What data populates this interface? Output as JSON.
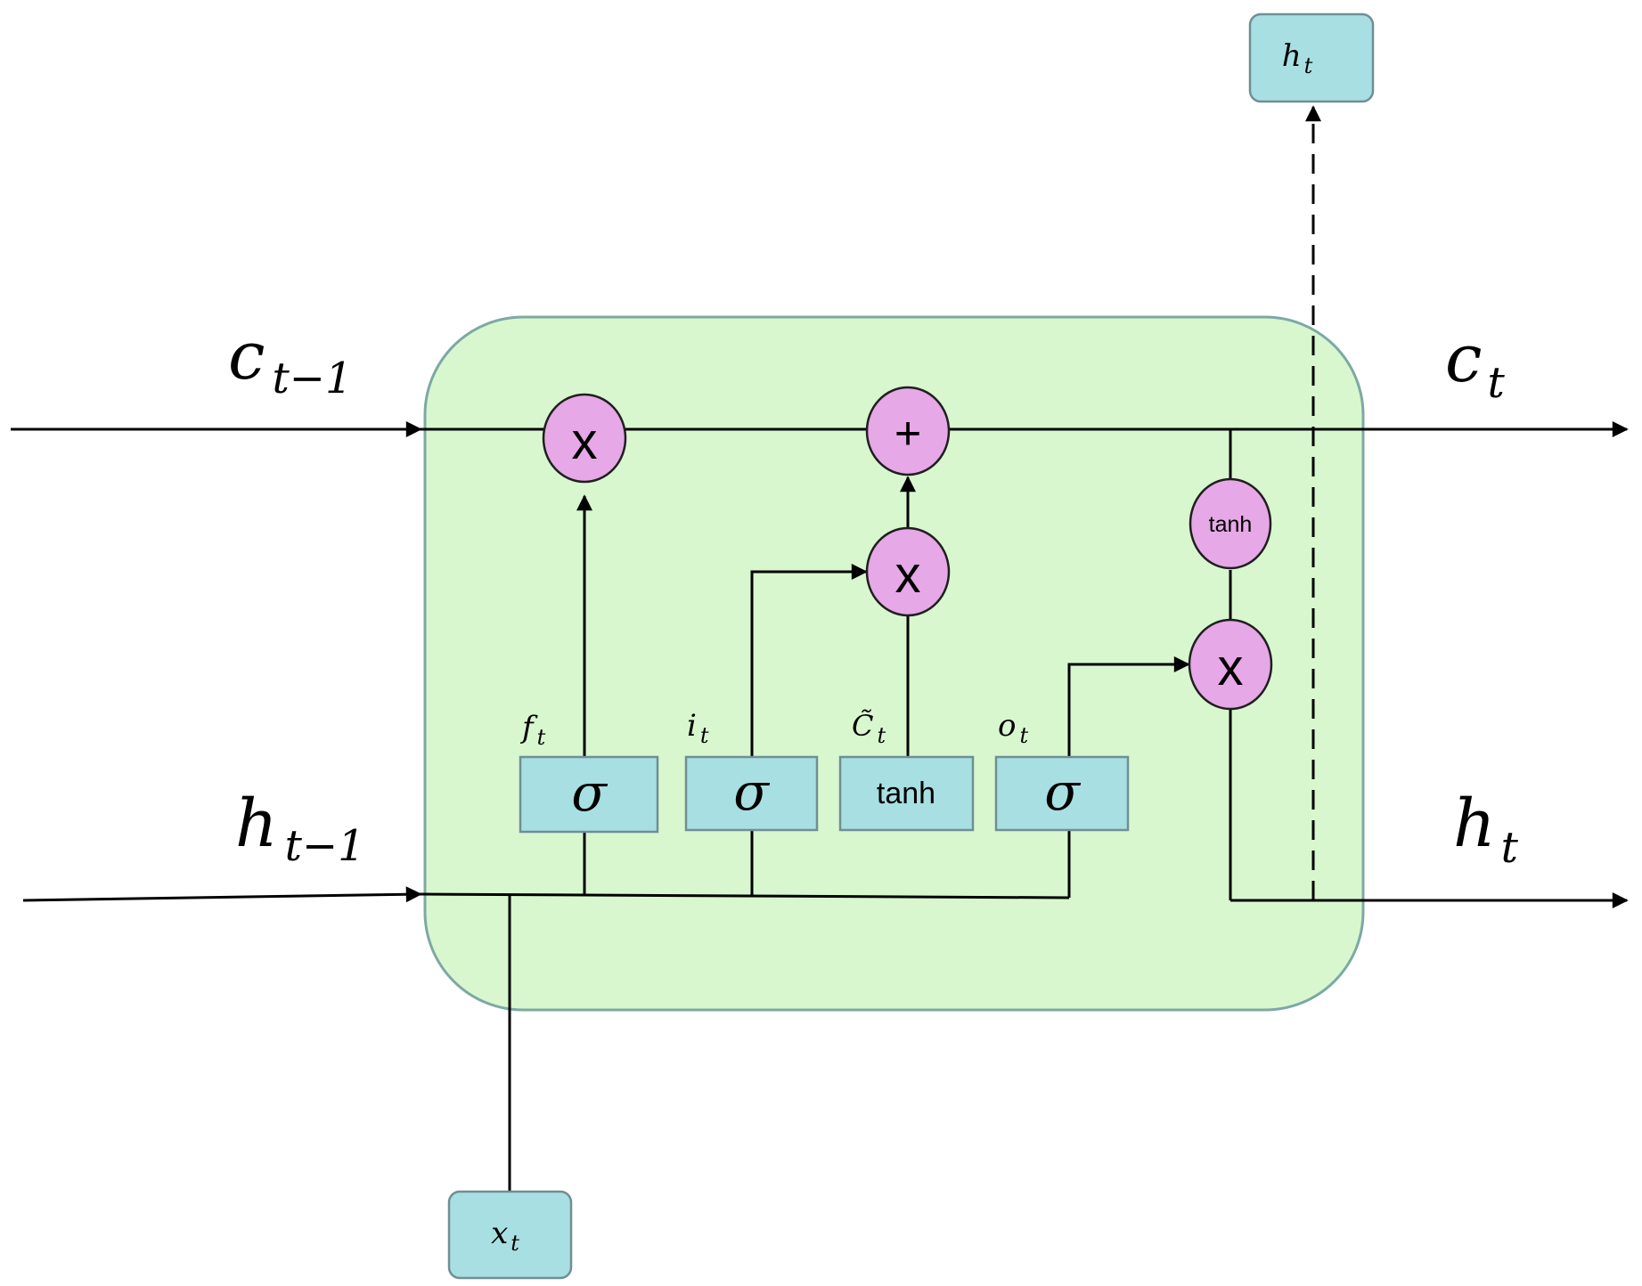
{
  "labels": {
    "c_prev_base": "c",
    "c_prev_sub": "t−1",
    "c_next_base": "c",
    "c_next_sub": "t",
    "h_prev_base": "h",
    "h_prev_sub": "t−1",
    "h_next_base": "h",
    "h_next_sub": "t",
    "h_out_base": "h",
    "h_out_sub": "t",
    "x_in_base": "x",
    "x_in_sub": "t"
  },
  "gates": {
    "forget": {
      "label_base": "f",
      "label_sub": "t",
      "symbol": "σ"
    },
    "input": {
      "label_base": "i",
      "label_sub": "t",
      "symbol": "σ"
    },
    "candidate": {
      "label_base": "C̃",
      "label_sub": "t",
      "symbol": "tanh"
    },
    "output": {
      "label_base": "o",
      "label_sub": "t",
      "symbol": "σ"
    }
  },
  "operators": {
    "forget_multiply": "x",
    "cell_add": "+",
    "input_multiply": "x",
    "cell_tanh": "tanh",
    "output_multiply": "x"
  },
  "colors": {
    "cell_fill": "#d8f7cf",
    "cell_stroke": "#7ea8a4",
    "operator_fill": "#e6a8e6",
    "gate_fill": "#a8dfe2"
  }
}
